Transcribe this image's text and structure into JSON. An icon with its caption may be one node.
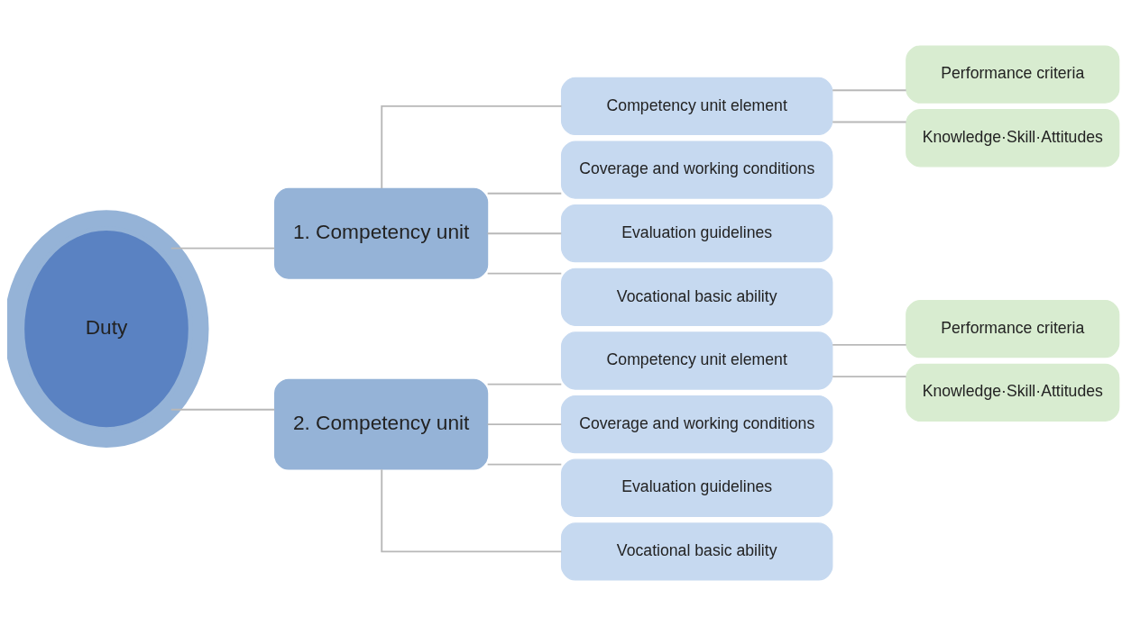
{
  "diagram": {
    "nodes": [
      {
        "text": [
          "Duty"
        ]
      },
      {
        "text": [
          "1. Competency unit"
        ]
      },
      {
        "text": [
          "Competency unit element"
        ]
      },
      {
        "text": [
          "Coverage and working conditions"
        ]
      },
      {
        "text": [
          "Evaluation guidelines"
        ]
      },
      {
        "text": [
          "Vocational basic ability"
        ]
      },
      {
        "text": [
          "Performance criteria"
        ]
      },
      {
        "text": [
          "Knowledge·Skill·Attitudes"
        ]
      },
      {
        "text": [
          "2. Competency unit"
        ]
      },
      {
        "text": [
          "Competency unit element"
        ]
      },
      {
        "text": [
          "Coverage and working conditions"
        ]
      },
      {
        "text": [
          "Evaluation guidelines"
        ]
      },
      {
        "text": [
          "Vocational basic ability"
        ]
      },
      {
        "text": [
          "Performance criteria"
        ]
      },
      {
        "text": [
          "Knowledge·Skill·Attitudes"
        ]
      }
    ],
    "edges": [
      {
        "from": 0,
        "to": 1,
        "arrow": "none"
      },
      {
        "from": 0,
        "to": 8,
        "arrow": "none"
      },
      {
        "from": 1,
        "to": 2,
        "arrow": "none"
      },
      {
        "from": 1,
        "to": 3,
        "arrow": "none"
      },
      {
        "from": 1,
        "to": 4,
        "arrow": "none"
      },
      {
        "from": 1,
        "to": 5,
        "arrow": "none"
      },
      {
        "from": 2,
        "to": 6,
        "arrow": "none"
      },
      {
        "from": 2,
        "to": 7,
        "arrow": "none"
      },
      {
        "from": 8,
        "to": 9,
        "arrow": "none"
      },
      {
        "from": 8,
        "to": 10,
        "arrow": "none"
      },
      {
        "from": 8,
        "to": 11,
        "arrow": "none"
      },
      {
        "from": 8,
        "to": 12,
        "arrow": "none"
      },
      {
        "from": 9,
        "to": 13,
        "arrow": "none"
      },
      {
        "from": 9,
        "to": 14,
        "arrow": "none"
      }
    ]
  }
}
